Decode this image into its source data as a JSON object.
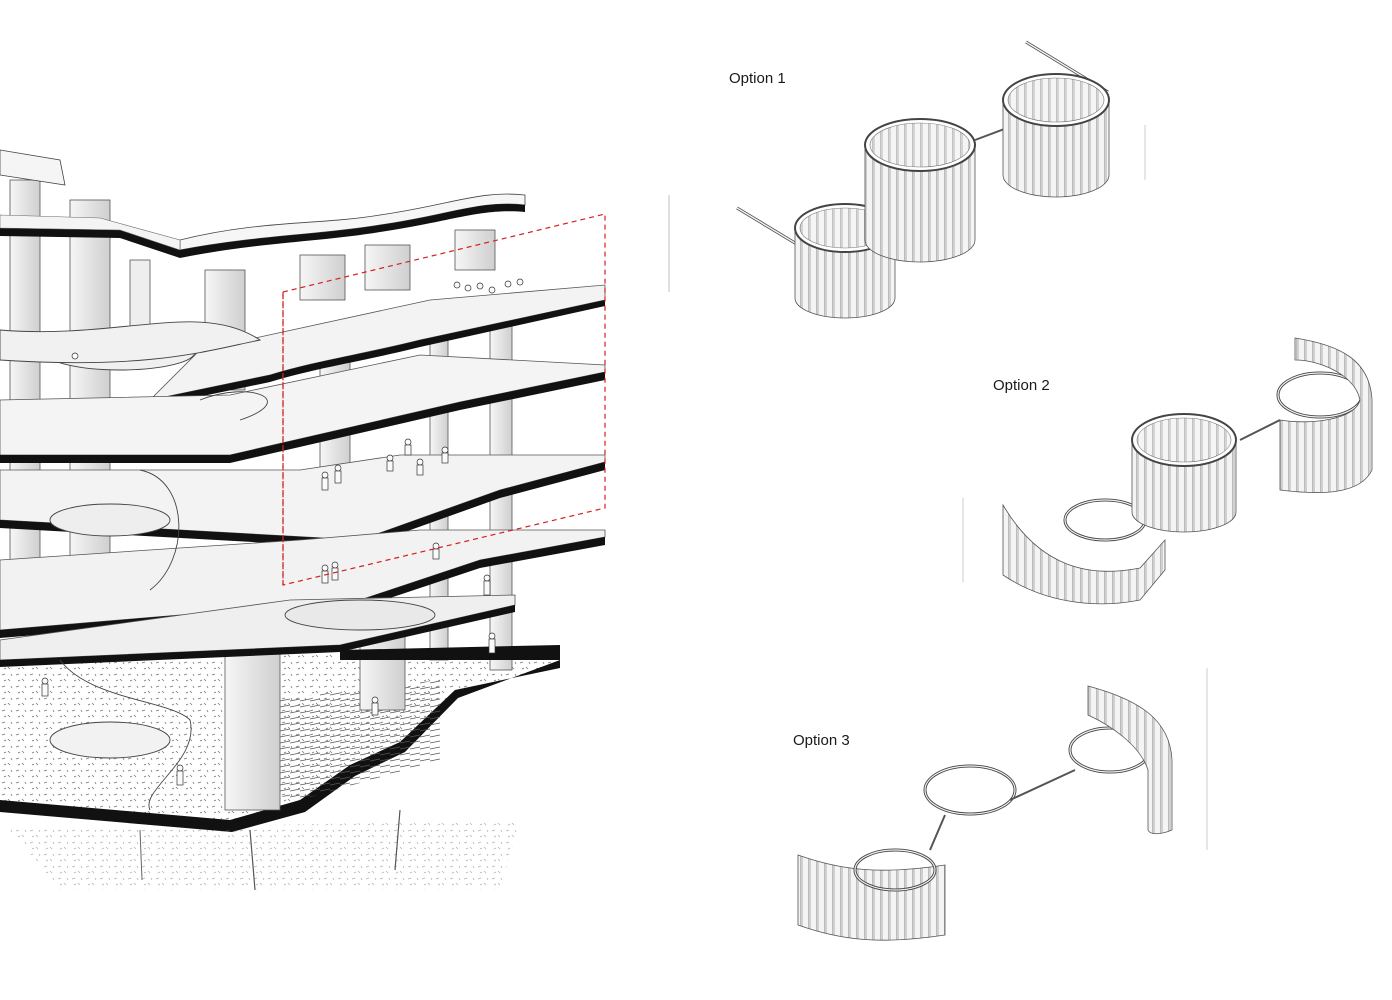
{
  "options": [
    {
      "label": "Option 1"
    },
    {
      "label": "Option 2"
    },
    {
      "label": "Option 3"
    }
  ],
  "colors": {
    "ink": "#111111",
    "slab_top": "#f2f2f2",
    "slab_edge": "#1a1a1a",
    "column": "#e4e4e4",
    "highlight_box": "#d42020",
    "curtain_light": "#f7f7f7",
    "curtain_dark": "#bdbdbd"
  }
}
